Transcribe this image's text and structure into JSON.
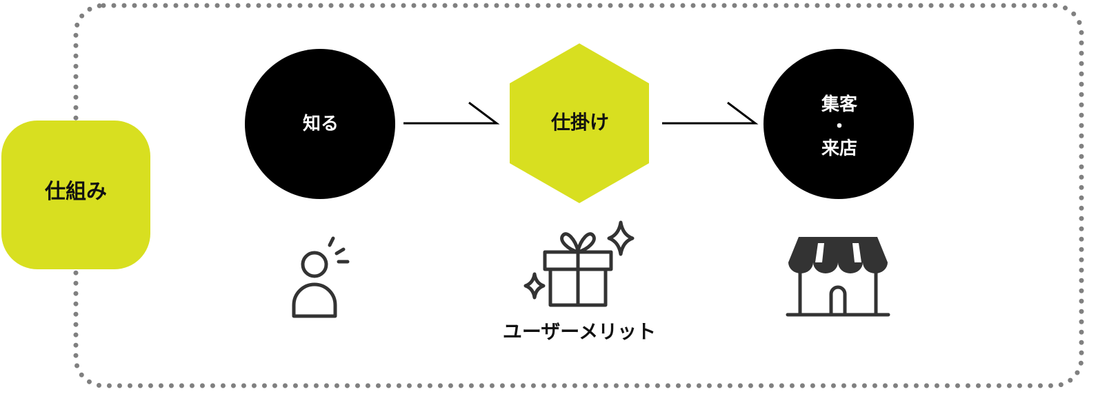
{
  "colors": {
    "accent": "#D8DF20",
    "node_fill": "#000000",
    "icon_stroke": "#333333",
    "dot_border": "#808080",
    "text_light": "#ffffff",
    "text_dark": "#111111"
  },
  "diagram": {
    "frame_label": "仕組み",
    "steps": [
      {
        "label": "知る",
        "shape": "circle",
        "icon": "person-sparkle-icon"
      },
      {
        "label": "仕掛け",
        "shape": "hexagon",
        "icon": "gift-sparkle-icon",
        "caption": "ユーザーメリット"
      },
      {
        "label_lines": [
          "集客",
          "・",
          "来店"
        ],
        "shape": "circle",
        "icon": "storefront-icon"
      }
    ]
  }
}
